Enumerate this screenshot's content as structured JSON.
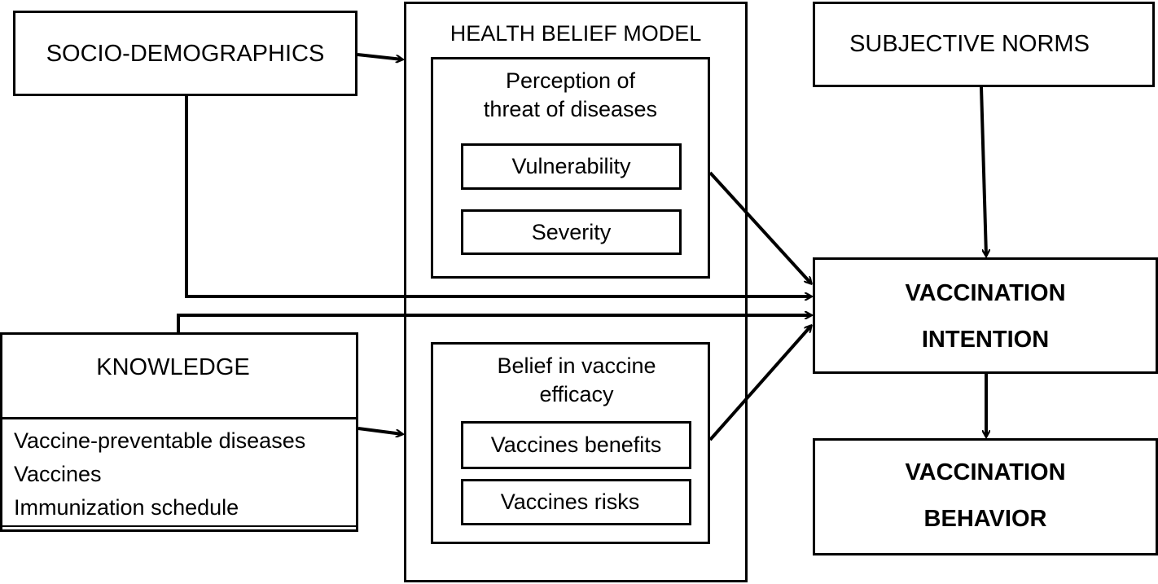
{
  "nodes": {
    "socio": "SOCIO-DEMOGRAPHICS",
    "hbm": "HEALTH BELIEF MODEL",
    "threat_line1": "Perception of",
    "threat_line2": "threat of diseases",
    "vulnerability": "Vulnerability",
    "severity": "Severity",
    "efficacy_line1": "Belief in vaccine",
    "efficacy_line2": "efficacy",
    "benefits": "Vaccines benefits",
    "risks": "Vaccines risks",
    "norms": "SUBJECTIVE NORMS",
    "intention_line1": "VACCINATION",
    "intention_line2": "INTENTION",
    "behavior_line1": "VACCINATION",
    "behavior_line2": "BEHAVIOR",
    "knowledge": "KNOWLEDGE",
    "knowledge_items": [
      "Vaccine-preventable diseases",
      "Vaccines",
      "Immunization schedule"
    ]
  },
  "edges": [
    {
      "from": "SOCIO-DEMOGRAPHICS",
      "to": "HEALTH BELIEF MODEL"
    },
    {
      "from": "SOCIO-DEMOGRAPHICS",
      "to": "VACCINATION INTENTION"
    },
    {
      "from": "KNOWLEDGE",
      "to": "VACCINATION INTENTION"
    },
    {
      "from": "KNOWLEDGE",
      "to": "HEALTH BELIEF MODEL"
    },
    {
      "from": "Perception of threat of diseases",
      "to": "VACCINATION INTENTION"
    },
    {
      "from": "Belief in vaccine efficacy",
      "to": "VACCINATION INTENTION"
    },
    {
      "from": "SUBJECTIVE NORMS",
      "to": "VACCINATION INTENTION"
    },
    {
      "from": "VACCINATION INTENTION",
      "to": "VACCINATION BEHAVIOR"
    }
  ]
}
